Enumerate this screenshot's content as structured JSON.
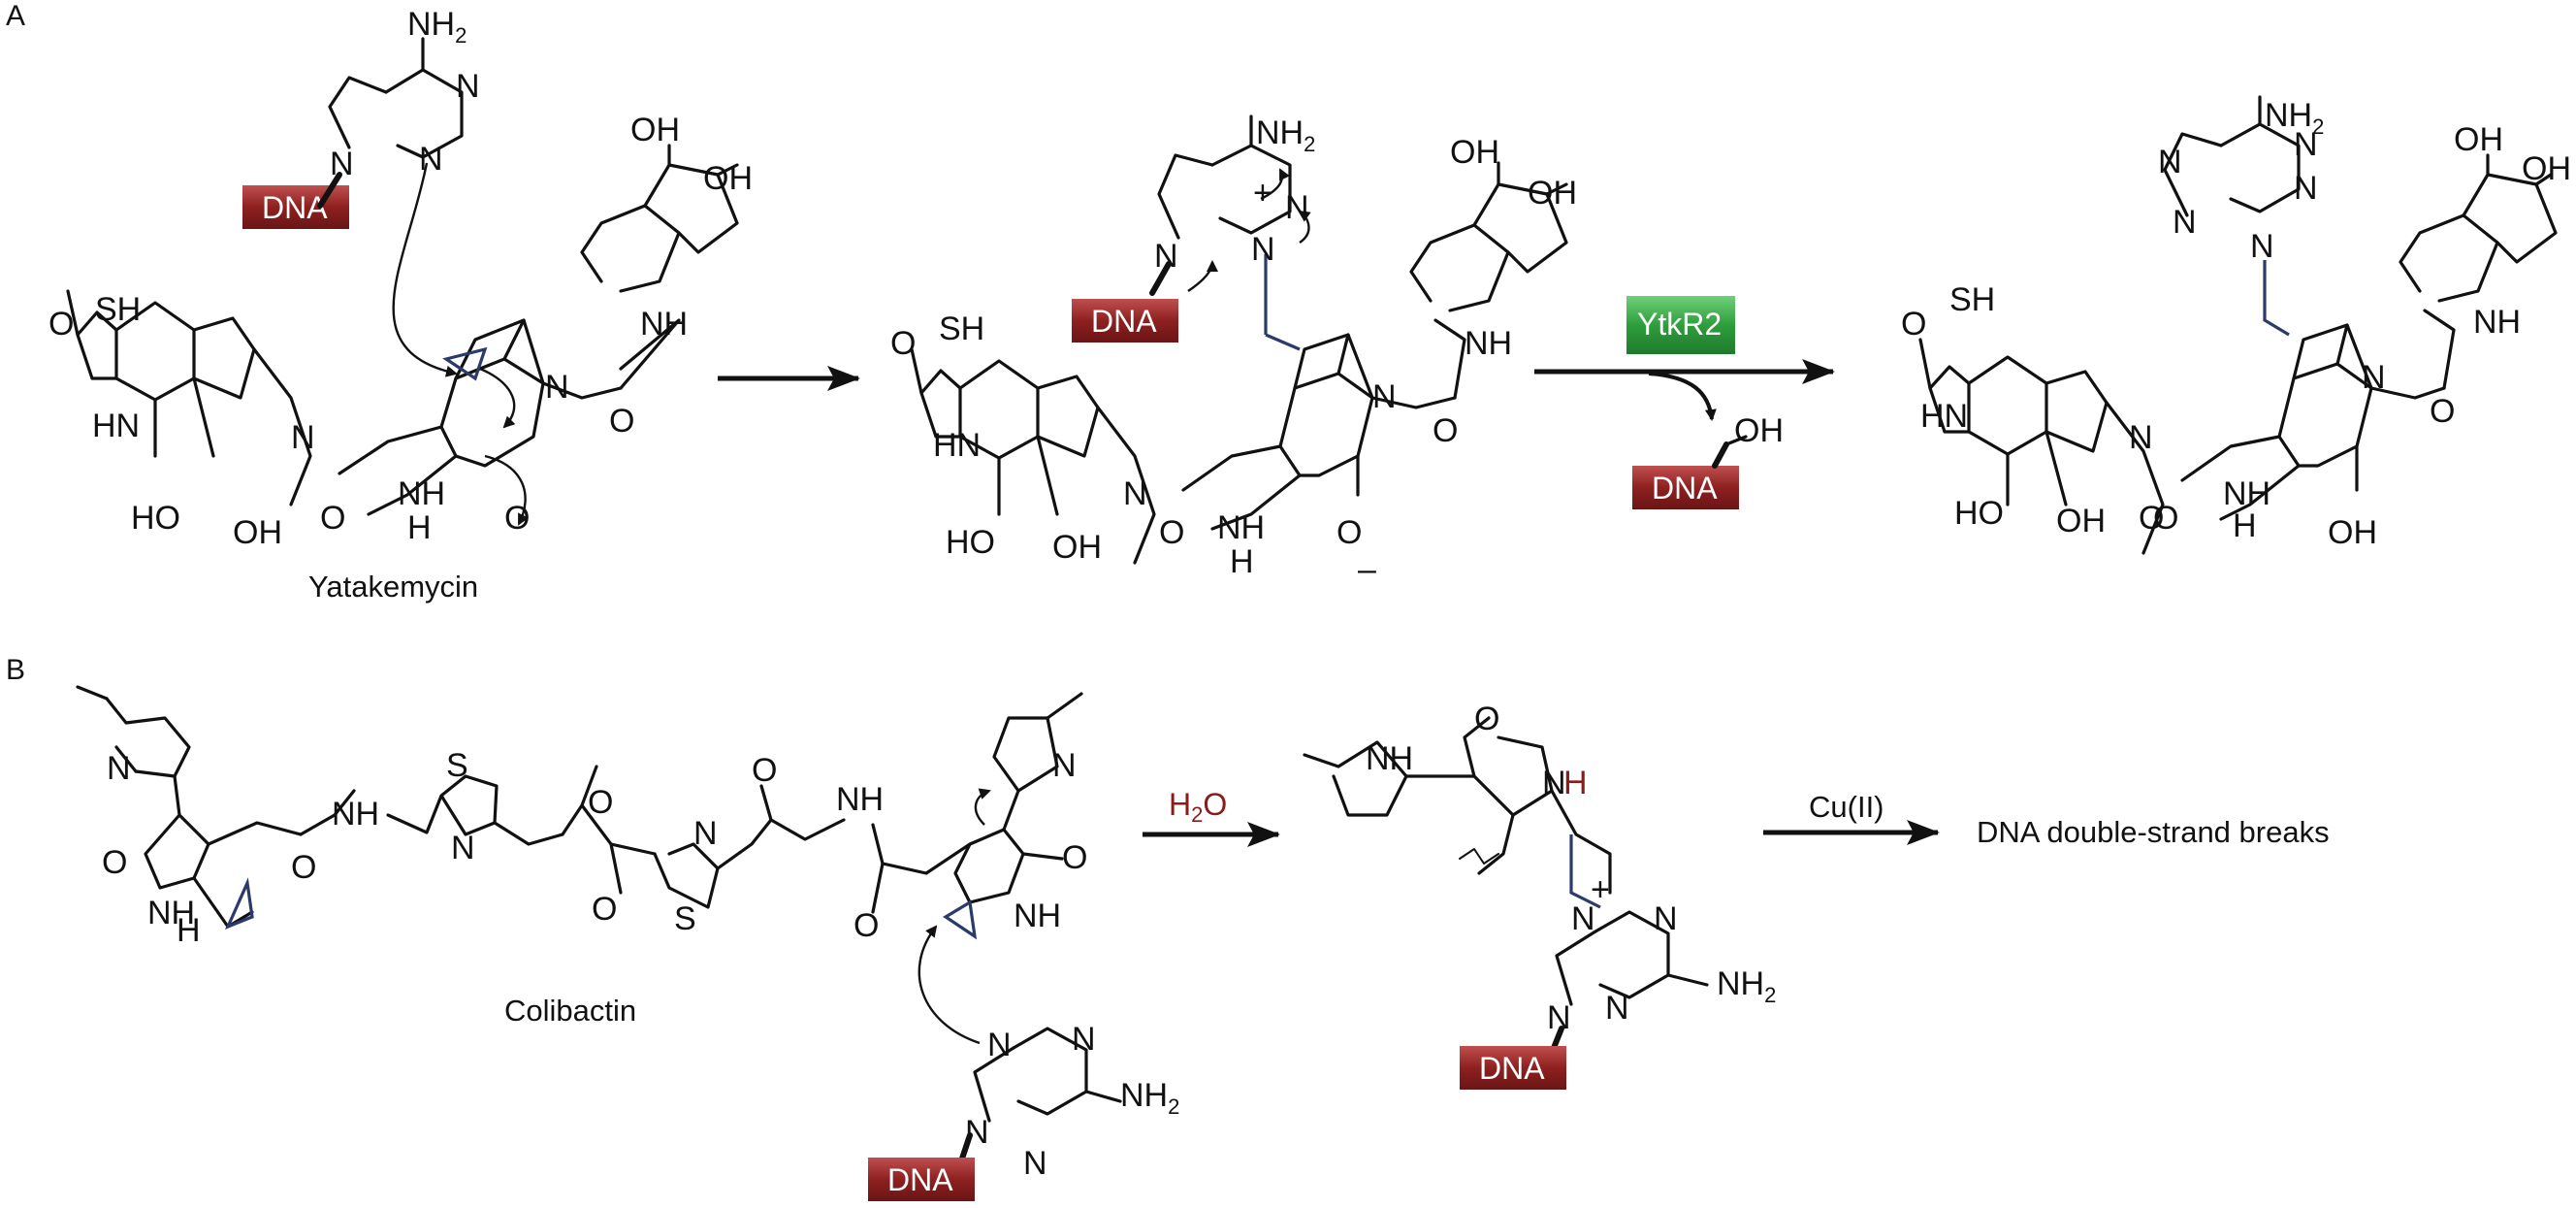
{
  "panels": {
    "a": "A",
    "b": "B"
  },
  "labels": {
    "yatakemycin": "Yatakemycin",
    "colibactin": "Colibactin",
    "dsb": "DNA double-strand breaks"
  },
  "reagents": {
    "enzyme": "YtkR2",
    "water_pre": "H",
    "water_sub": "2",
    "water_post": "O",
    "copper": "Cu(II)"
  },
  "dna_tag": "DNA",
  "atoms": {
    "nh2": "NH",
    "sub2": "2",
    "n": "N",
    "nh": "NH",
    "hn": "HN",
    "h": "H",
    "o": "O",
    "oh": "OH",
    "ho": "HO",
    "sh": "SH",
    "s": "S",
    "plus": "+",
    "minus": "–"
  },
  "colors": {
    "dna_box": "#9b2a2a",
    "enzyme_box": "#2e9e3c",
    "water_text": "#8b1a1a",
    "new_bond": "#2a3a6a"
  }
}
